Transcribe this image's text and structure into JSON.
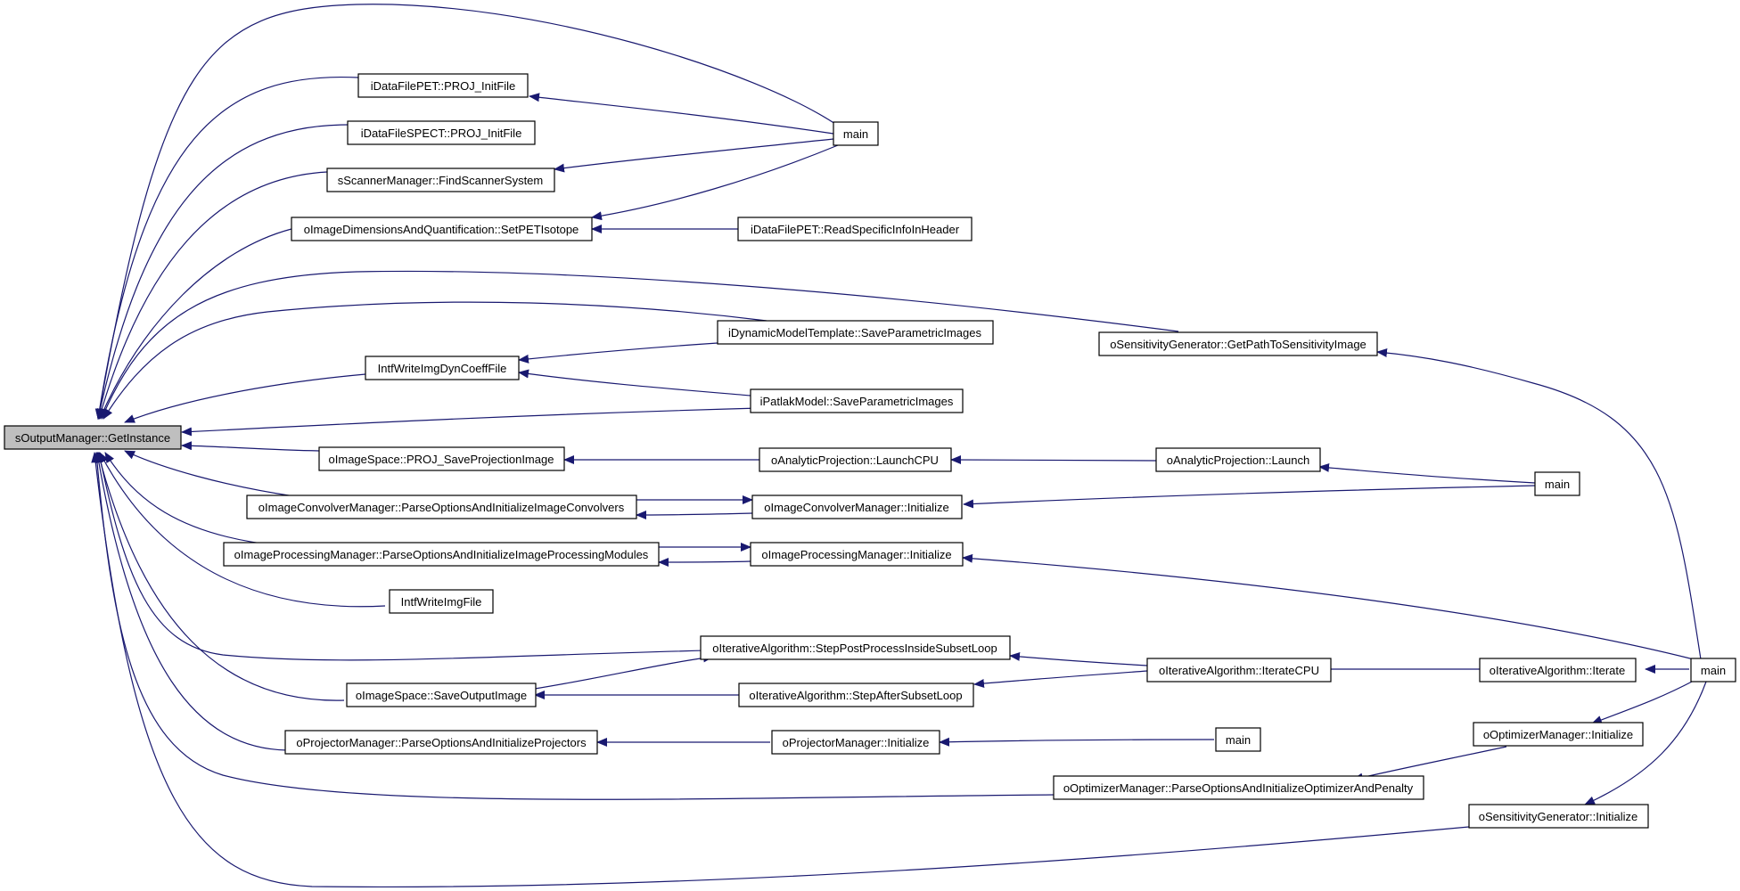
{
  "colors": {
    "edge": "#191970",
    "node_fill": "#ffffff",
    "root_fill": "#bfbfbf",
    "border": "#000000"
  },
  "nodes": [
    {
      "id": "root",
      "label": "sOutputManager::GetInstance",
      "highlighted": true
    },
    {
      "id": "pet_proj",
      "label": "iDataFilePET::PROJ_InitFile"
    },
    {
      "id": "spect_proj",
      "label": "iDataFileSPECT::PROJ_InitFile"
    },
    {
      "id": "scanner",
      "label": "sScannerManager::FindScannerSystem"
    },
    {
      "id": "setpet",
      "label": "oImageDimensionsAndQuantification::SetPETIsotope"
    },
    {
      "id": "dyncoeff",
      "label": "IntfWriteImgDynCoeffFile"
    },
    {
      "id": "projsave",
      "label": "oImageSpace::PROJ_SaveProjectionImage"
    },
    {
      "id": "convparse",
      "label": "oImageConvolverManager::ParseOptionsAndInitializeImageConvolvers"
    },
    {
      "id": "procparse",
      "label": "oImageProcessingManager::ParseOptionsAndInitializeImageProcessingModules"
    },
    {
      "id": "writeimg",
      "label": "IntfWriteImgFile"
    },
    {
      "id": "saveout",
      "label": "oImageSpace::SaveOutputImage"
    },
    {
      "id": "projparse",
      "label": "oProjectorManager::ParseOptionsAndInitializeProjectors"
    },
    {
      "id": "main1",
      "label": "main"
    },
    {
      "id": "readspec",
      "label": "iDataFilePET::ReadSpecificInfoInHeader"
    },
    {
      "id": "dynmodel",
      "label": "iDynamicModelTemplate::SaveParametricImages"
    },
    {
      "id": "patlak",
      "label": "iPatlakModel::SaveParametricImages"
    },
    {
      "id": "launchcpu",
      "label": "oAnalyticProjection::LaunchCPU"
    },
    {
      "id": "convinit",
      "label": "oImageConvolverManager::Initialize"
    },
    {
      "id": "procinit",
      "label": "oImageProcessingManager::Initialize"
    },
    {
      "id": "steppost",
      "label": "oIterativeAlgorithm::StepPostProcessInsideSubsetLoop"
    },
    {
      "id": "stepafter",
      "label": "oIterativeAlgorithm::StepAfterSubsetLoop"
    },
    {
      "id": "projinit",
      "label": "oProjectorManager::Initialize"
    },
    {
      "id": "sensgetpath",
      "label": "oSensitivityGenerator::GetPathToSensitivityImage"
    },
    {
      "id": "launch",
      "label": "oAnalyticProjection::Launch"
    },
    {
      "id": "iteratecpu",
      "label": "oIterativeAlgorithm::IterateCPU"
    },
    {
      "id": "main2",
      "label": "main"
    },
    {
      "id": "optparse",
      "label": "oOptimizerManager::ParseOptionsAndInitializeOptimizerAndPenalty"
    },
    {
      "id": "main3",
      "label": "main"
    },
    {
      "id": "iterate",
      "label": "oIterativeAlgorithm::Iterate"
    },
    {
      "id": "optinit",
      "label": "oOptimizerManager::Initialize"
    },
    {
      "id": "sensinit",
      "label": "oSensitivityGenerator::Initialize"
    },
    {
      "id": "main4",
      "label": "main"
    }
  ],
  "edges": [
    [
      "root",
      "pet_proj"
    ],
    [
      "root",
      "spect_proj"
    ],
    [
      "root",
      "scanner"
    ],
    [
      "root",
      "setpet"
    ],
    [
      "root",
      "dynmodel"
    ],
    [
      "root",
      "sensgetpath"
    ],
    [
      "root",
      "dyncoeff"
    ],
    [
      "root",
      "patlak"
    ],
    [
      "root",
      "projsave"
    ],
    [
      "root",
      "convparse"
    ],
    [
      "root",
      "procparse"
    ],
    [
      "root",
      "writeimg"
    ],
    [
      "root",
      "steppost"
    ],
    [
      "root",
      "saveout"
    ],
    [
      "root",
      "projparse"
    ],
    [
      "root",
      "optparse"
    ],
    [
      "root",
      "sensinit"
    ],
    [
      "root",
      "main1"
    ],
    [
      "pet_proj",
      "main1"
    ],
    [
      "scanner",
      "main1"
    ],
    [
      "setpet",
      "main1"
    ],
    [
      "setpet",
      "readspec"
    ],
    [
      "dyncoeff",
      "dynmodel"
    ],
    [
      "dyncoeff",
      "patlak"
    ],
    [
      "projsave",
      "launchcpu"
    ],
    [
      "launchcpu",
      "launch"
    ],
    [
      "launch",
      "main2"
    ],
    [
      "convparse",
      "convinit"
    ],
    [
      "convinit",
      "convparse"
    ],
    [
      "convinit",
      "main2"
    ],
    [
      "procparse",
      "procinit"
    ],
    [
      "procinit",
      "procparse"
    ],
    [
      "procinit",
      "main4"
    ],
    [
      "saveout",
      "steppost"
    ],
    [
      "saveout",
      "stepafter"
    ],
    [
      "steppost",
      "iteratecpu"
    ],
    [
      "stepafter",
      "iteratecpu"
    ],
    [
      "iteratecpu",
      "iterate"
    ],
    [
      "iterate",
      "main4"
    ],
    [
      "projparse",
      "projinit"
    ],
    [
      "projinit",
      "main3"
    ],
    [
      "sensgetpath",
      "main4"
    ],
    [
      "optparse",
      "optinit"
    ],
    [
      "optinit",
      "main4"
    ],
    [
      "sensinit",
      "main4"
    ]
  ]
}
